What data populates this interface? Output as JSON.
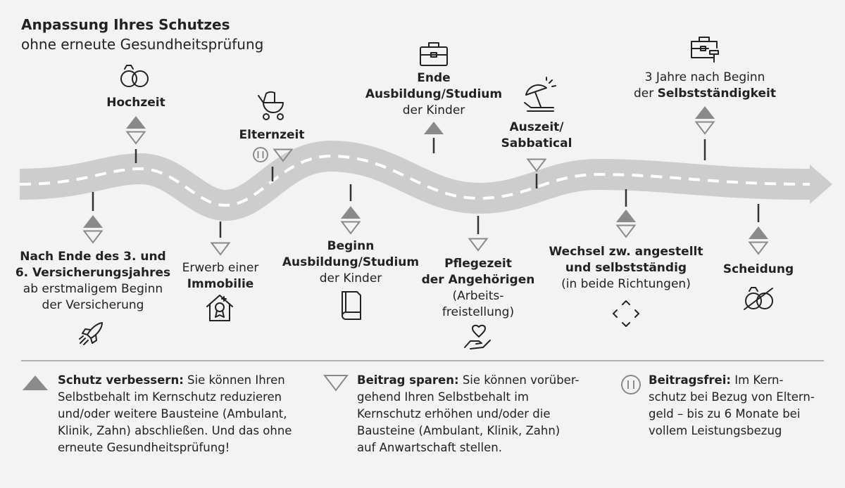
{
  "title": {
    "line1": "Anpassung Ihres Schutzes",
    "line2": "ohne erneute Gesundheitsprüfung"
  },
  "events": {
    "hochzeit": {
      "label": "Hochzeit",
      "icon": "wedding-rings-icon",
      "type": "improve-save"
    },
    "elternzeit": {
      "label": "Elternzeit",
      "icon": "baby-stroller-icon",
      "type": "free-save"
    },
    "ende_ausbildung": {
      "line1": "Ende",
      "line2": "Ausbildung/Studium",
      "line3": "der Kinder",
      "icon": "briefcase-icon",
      "type": "improve"
    },
    "auszeit": {
      "line1": "Auszeit/",
      "line2": "Sabbatical",
      "icon": "beach-umbrella-icon",
      "type": "save"
    },
    "selbststaendigkeit": {
      "line1": "3 Jahre nach Beginn",
      "line2_prefix": "der ",
      "line2_bold": "Selbstständigkeit",
      "icon": "briefcase-hammer-icon",
      "type": "improve-save"
    },
    "versicherungsjahr": {
      "line1": "Nach Ende des 3. und",
      "line2": "6. Versicherungsjahres",
      "line3": "ab erstmaligem Beginn",
      "line4": "der Versicherung",
      "icon": "rocket-icon",
      "type": "improve-save"
    },
    "immobilie": {
      "line1": "Erwerb einer",
      "line2": "Immobilie",
      "icon": "house-award-icon",
      "type": "save"
    },
    "beginn_ausbildung": {
      "line1": "Beginn",
      "line2": "Ausbildung/Studium",
      "line3": "der Kinder",
      "icon": "book-icon",
      "type": "improve-save"
    },
    "pflegezeit": {
      "line1": "Pflegezeit",
      "line2": "der Angehörigen",
      "line3": "(Arbeits-",
      "line4": "freistellung)",
      "icon": "hand-heart-icon",
      "type": "save"
    },
    "wechsel": {
      "line1": "Wechsel zw. angestellt",
      "line2": "und selbstständig",
      "line3": "(in beide Richtungen)",
      "icon": "expand-arrows-icon",
      "type": "improve-save"
    },
    "scheidung": {
      "label": "Scheidung",
      "icon": "broken-rings-icon",
      "type": "improve-save"
    }
  },
  "legend": {
    "improve": {
      "icon": "filled-triangle-icon",
      "bold": "Schutz verbessern:",
      "lines": [
        " Sie können Ihren",
        "Selbstbehalt im Kernschutz reduzieren",
        "und/oder weitere Bausteine (Ambulant,",
        "Klinik, Zahn) abschließen. Und das ohne",
        "erneute Gesundheitsprüfung!"
      ]
    },
    "save": {
      "icon": "outline-triangle-icon",
      "bold": "Beitrag sparen:",
      "lines": [
        " Sie können vorüber-",
        "gehend Ihren Selbstbehalt im",
        "Kernschutz erhöhen und/oder die",
        "Bausteine (Ambulant, Klinik, Zahn)",
        "auf Anwartschaft stellen."
      ]
    },
    "free": {
      "icon": "pause-circle-icon",
      "bold": "Beitragsfrei:",
      "lines": [
        " Im Kern-",
        "schutz bei Bezug von Eltern-",
        "geld – bis zu 6 Monate bei",
        "vollem Leistungsbezug"
      ]
    }
  },
  "colors": {
    "road": "#cdcdcd",
    "road_dash": "#ffffff",
    "marker": "#8a8a8a",
    "text": "#222222",
    "icon": "#222222",
    "background": "#f3f3f3",
    "divider": "#b0b0b0"
  }
}
